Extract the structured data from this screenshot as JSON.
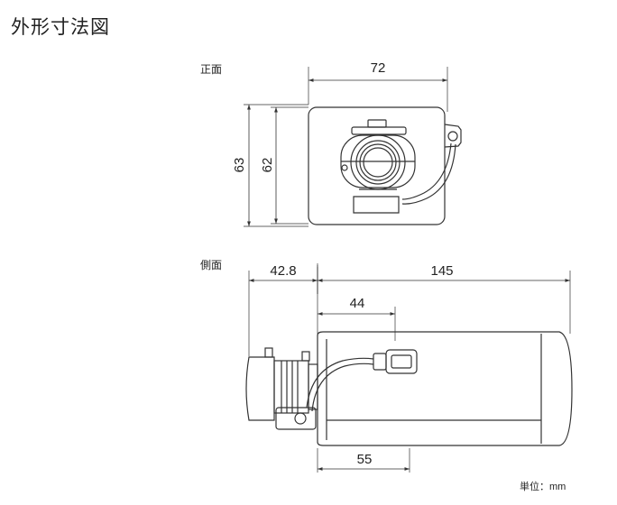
{
  "title": "外形寸法図",
  "front_label": "正面",
  "side_label": "側面",
  "unit_label": "単位：mm",
  "dimensions": {
    "front_width": "72",
    "front_height_outer": "63",
    "front_height_inner": "62",
    "side_lens": "42.8",
    "side_body": "145",
    "side_connector": "44",
    "side_bottom": "55"
  }
}
